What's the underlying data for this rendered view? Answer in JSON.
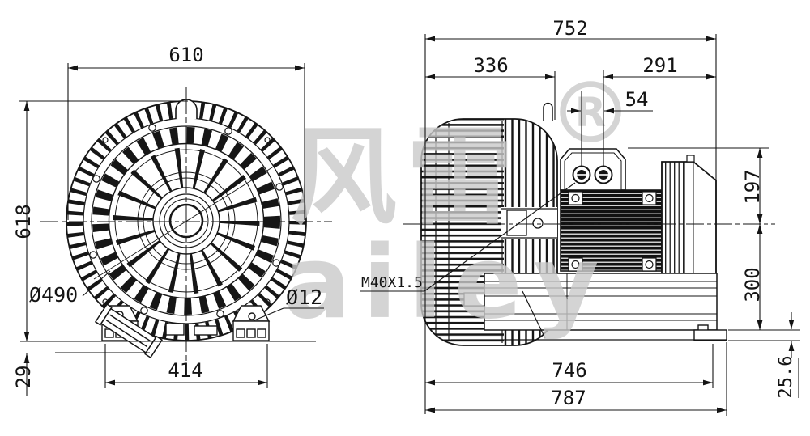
{
  "watermark": {
    "cjk": "风雷",
    "latin": "ailey",
    "registered_mark": "R"
  },
  "front_view": {
    "dim_overall_width": "610",
    "dim_overall_height": "618",
    "label_bolt_circle": "Ø490",
    "label_foot_hole": "Ø12",
    "dim_foot_span": "414",
    "dim_drain_drop": "29"
  },
  "side_view": {
    "dim_overall_width": "752",
    "dim_blower_depth": "336",
    "dim_motor_length": "291",
    "dim_gland_spacing": "54",
    "label_cable_gland_thread": "M40X1.5",
    "dim_box_top_to_axis": "197",
    "dim_axis_to_base": "300",
    "dim_foot_height": "25.6",
    "dim_base_length": "746",
    "dim_overall_length": "787"
  }
}
